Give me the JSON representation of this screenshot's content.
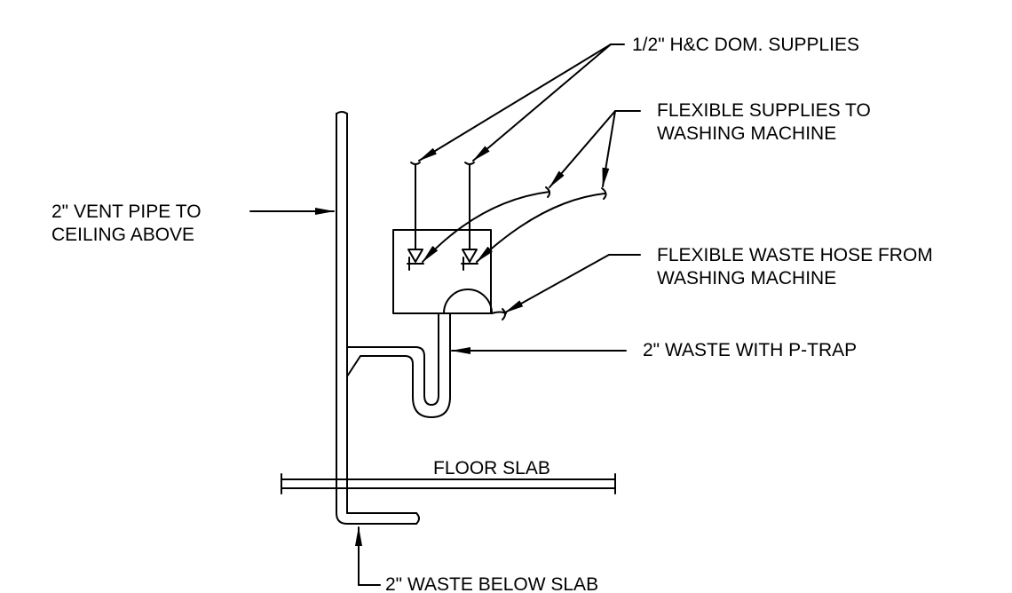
{
  "labels": {
    "dom_supplies": "1/2\" H&C DOM. SUPPLIES",
    "flex_supplies_line1": "FLEXIBLE SUPPLIES TO",
    "flex_supplies_line2": "WASHING MACHINE",
    "vent_pipe_line1": "2\" VENT PIPE TO",
    "vent_pipe_line2": "CEILING ABOVE",
    "waste_hose_line1": "FLEXIBLE WASTE HOSE FROM",
    "waste_hose_line2": "WASHING MACHINE",
    "waste_ptrap": "2\" WASTE WITH P-TRAP",
    "floor_slab": "FLOOR SLAB",
    "waste_below_slab": "2\" WASTE BELOW SLAB"
  },
  "colors": {
    "ink": "#000000",
    "paper": "#ffffff"
  }
}
